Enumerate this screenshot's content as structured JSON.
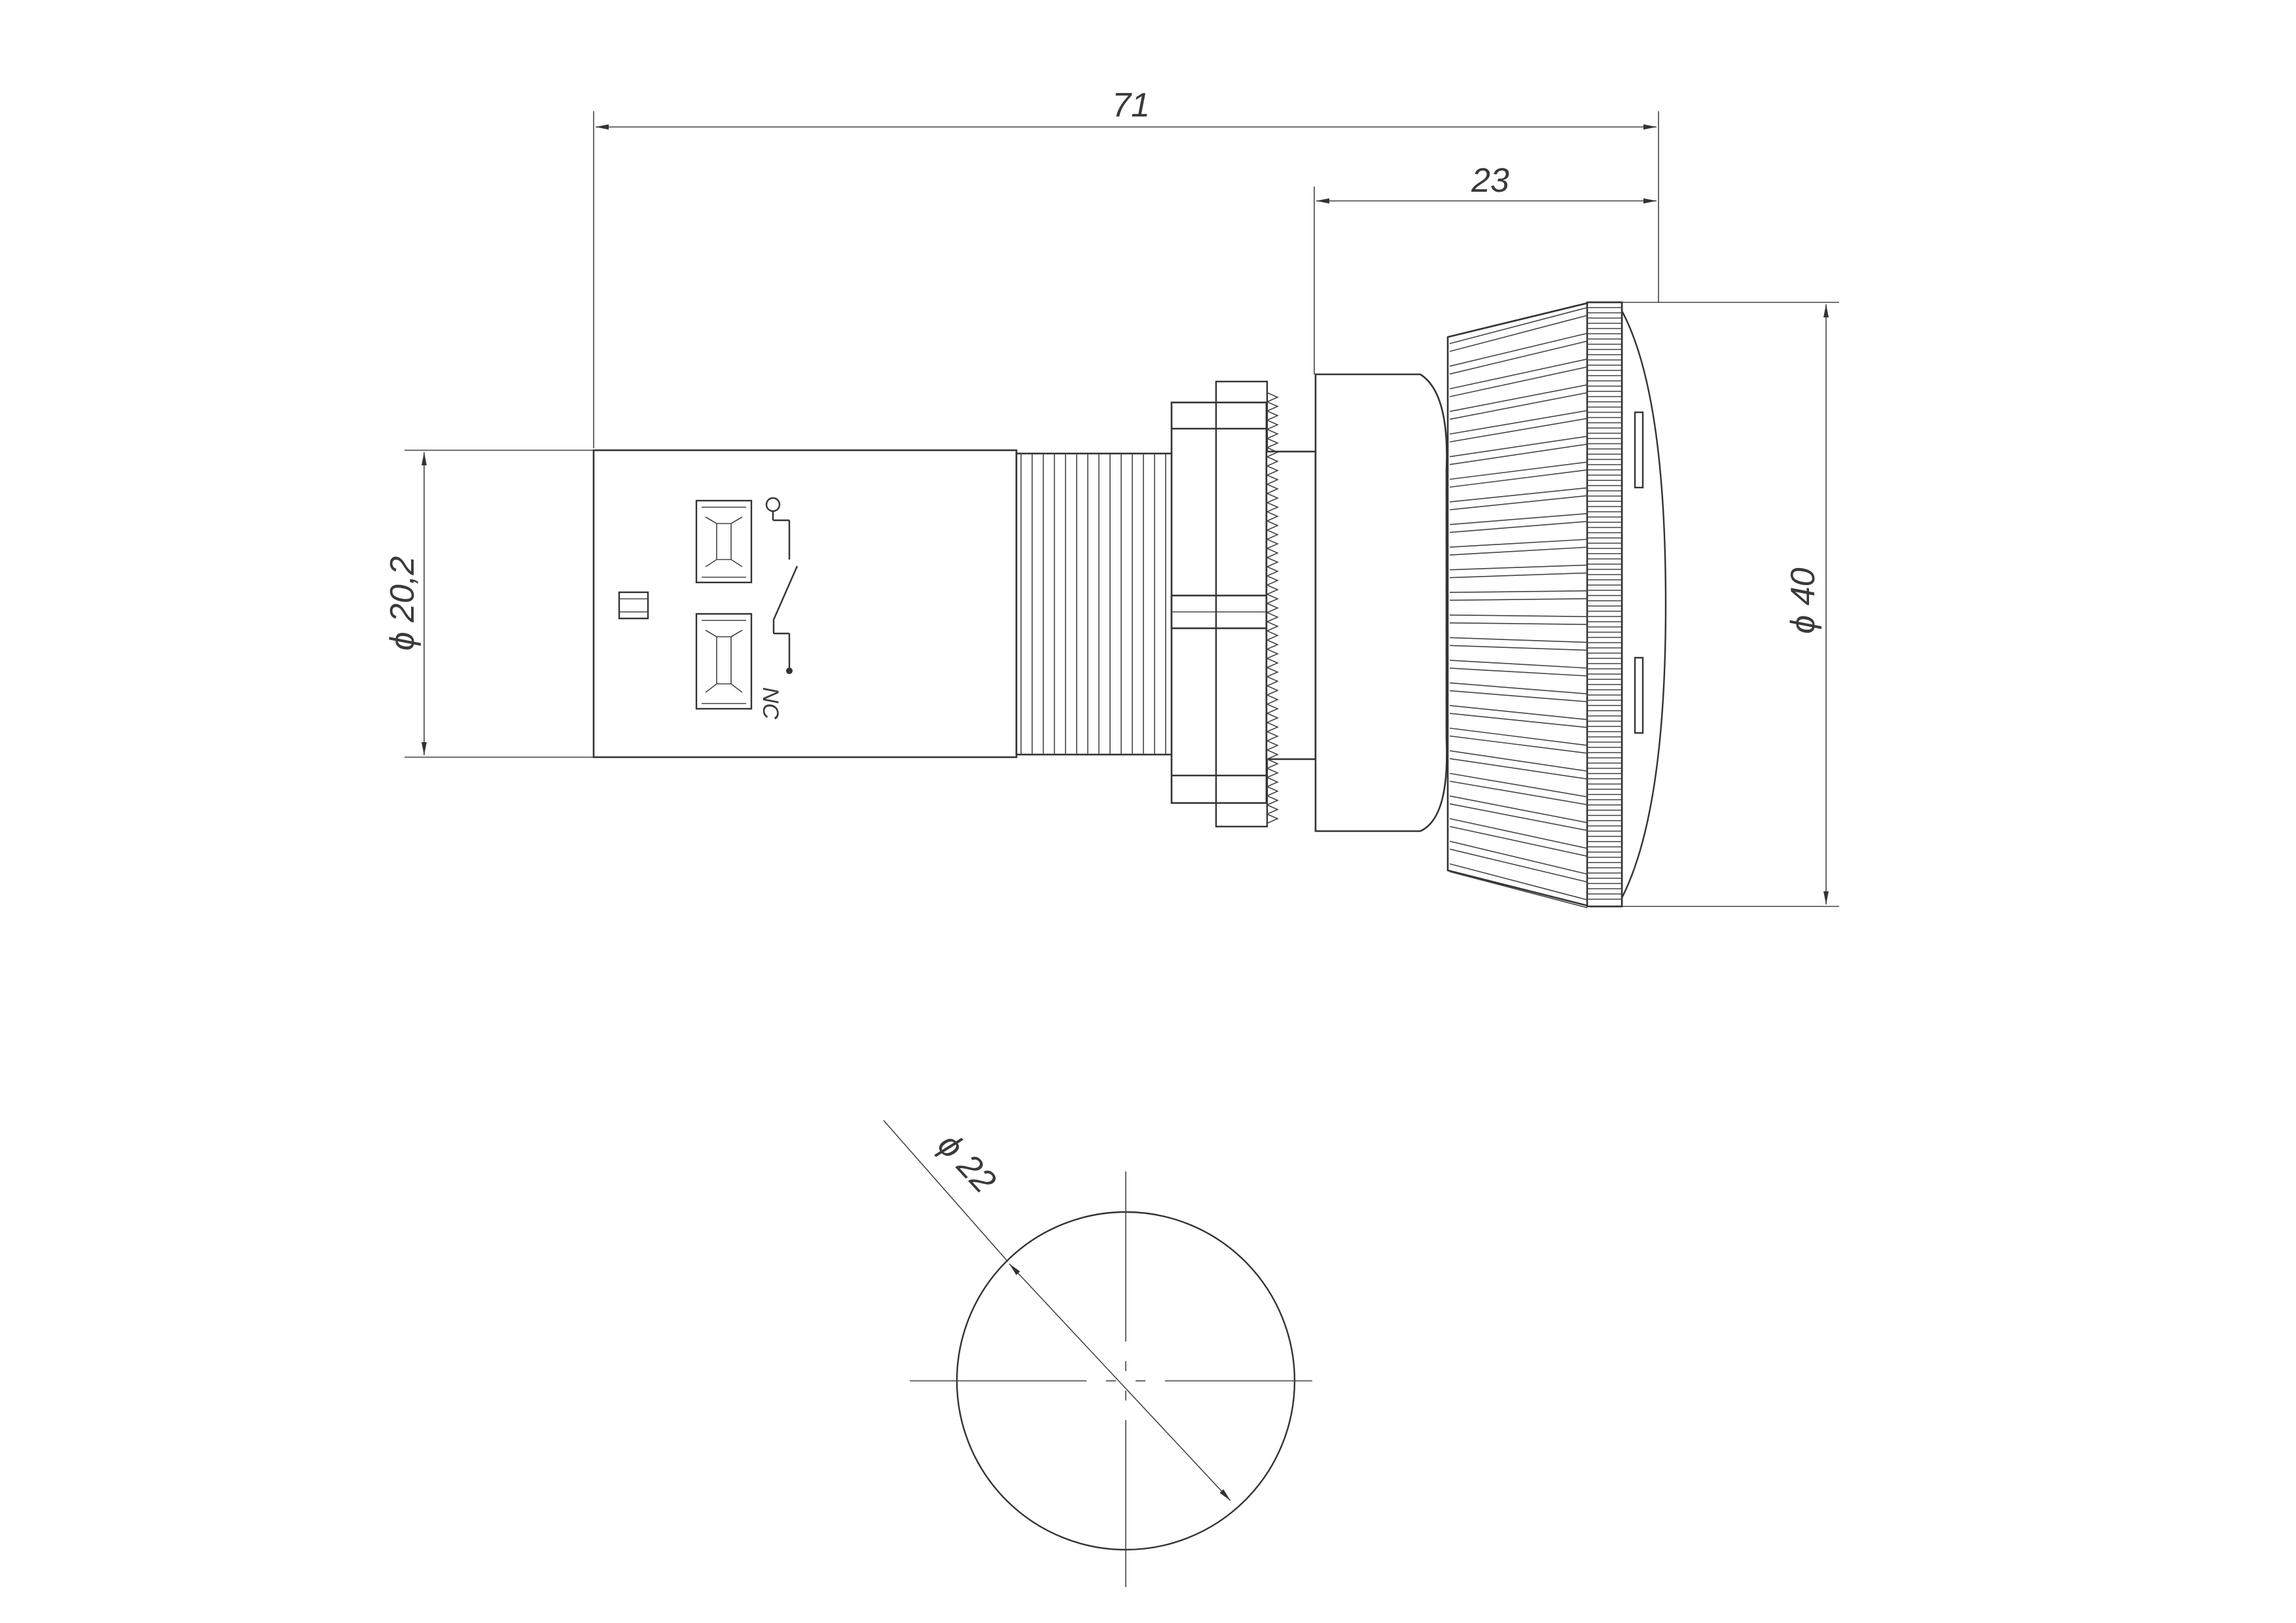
{
  "dimensions": {
    "overall_length": "71",
    "head_length": "23",
    "body_diameter": "ϕ 20,2",
    "head_diameter": "ϕ 40",
    "mounting_hole": "ϕ 22"
  },
  "contact_label": "NC"
}
